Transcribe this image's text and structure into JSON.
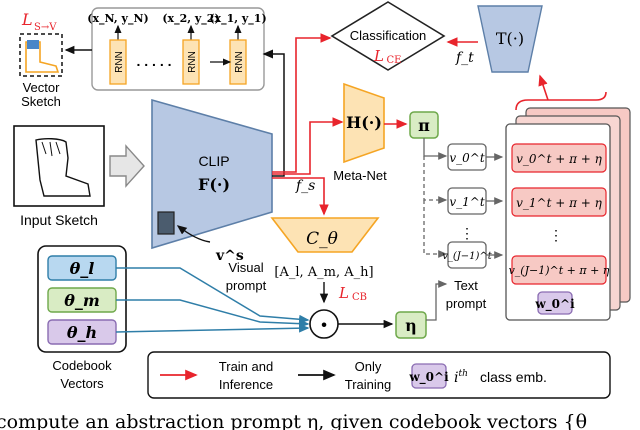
{
  "diagram": {
    "loss_sv": "L",
    "loss_sv_sub": "S→V",
    "vector_sketch_label": [
      "Vector",
      "Sketch"
    ],
    "rnn_coords": [
      "(x_N, y_N)",
      "(x_2, y_2)",
      "(x_1, y_1)"
    ],
    "rnn_label": "RNN",
    "rnn_dots": ". . . . .",
    "classification_label": "Classification",
    "loss_ce": "L",
    "loss_ce_sub": "CE",
    "f_t": "f_t",
    "text_encoder": "T(·)",
    "clip_label": "CLIP",
    "clip_function": "F(·)",
    "input_sketch_label": "Input Sketch",
    "meta_net": "H(·)",
    "meta_net_label": "Meta-Net",
    "pi": "π",
    "f_s": "f_s",
    "c_theta": "C_θ",
    "visual_prompt_symbol": "v^s",
    "visual_prompt_label": [
      "Visual",
      "prompt"
    ],
    "abstraction_levels": "[A_l, A_m, A_h]",
    "loss_cb": "L",
    "loss_cb_sub": "CB",
    "theta_l": "θ_l",
    "theta_m": "θ_m",
    "theta_h": "θ_h",
    "codebook_label": [
      "Codebook",
      "Vectors"
    ],
    "product_symbol": "•",
    "eta": "η",
    "context_tokens": [
      "v_0^t",
      "v_1^t",
      "⋮",
      "v_(J−1)^t"
    ],
    "text_prompt_label": [
      "Text",
      "prompt"
    ],
    "class_rows": [
      "v_0^t + π + η",
      "v_1^t + π + η",
      "⋮",
      "v_(J−1)^t + π + η"
    ],
    "class_emb_token": "w_0^i",
    "legend": {
      "train_inference": [
        "Train and",
        "Inference"
      ],
      "only_training": [
        "Only",
        "Training"
      ],
      "class_emb_token": "w_0^i",
      "class_emb_text": "class emb."
    },
    "caption_fragment": "compute an abstraction prompt η, given codebook vectors {θ"
  },
  "colors": {
    "red_arrow": "#e8242c",
    "orange": "#f5a524",
    "orange_fill": "#fde3b4",
    "clip_blue": "#b7c8e3",
    "green": "#d9ecc4",
    "blue_box": "#b8d8f0",
    "purple": "#d9c9ea",
    "pink": "#f7c9c4",
    "teal_arrow": "#2f7ea8"
  }
}
